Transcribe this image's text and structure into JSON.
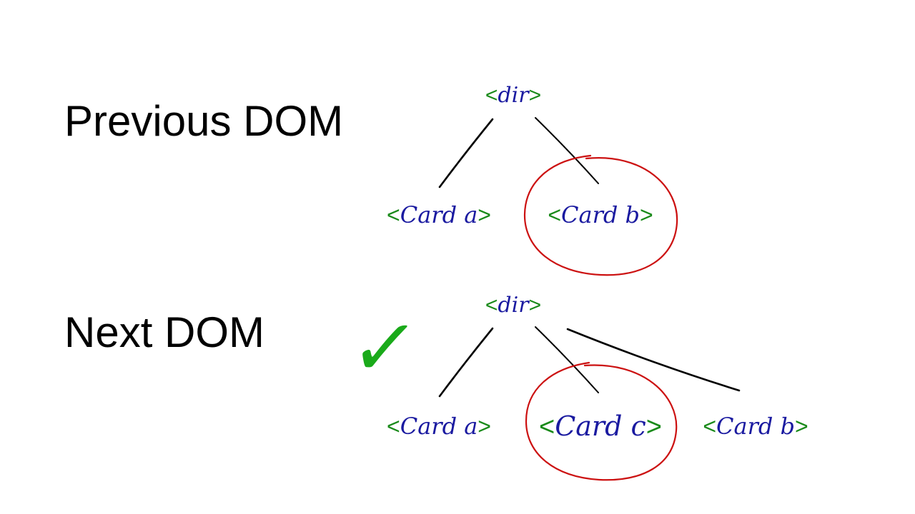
{
  "headings": {
    "previous": "Previous DOM",
    "next": "Next DOM"
  },
  "trees": {
    "previous": {
      "root": "dir",
      "children": [
        "Card a",
        "Card b"
      ]
    },
    "next": {
      "root": "dir",
      "children": [
        "Card a",
        "Card c",
        "Card b"
      ]
    }
  },
  "highlighted": {
    "previous": "Card b",
    "next": "Card c"
  },
  "check_icon": "✓",
  "colors": {
    "bracket": "#1a8a1a",
    "tag_name": "#1a1aa0",
    "edge": "#000000",
    "highlight_circle": "#cc1111",
    "check": "#1aaa1a"
  }
}
